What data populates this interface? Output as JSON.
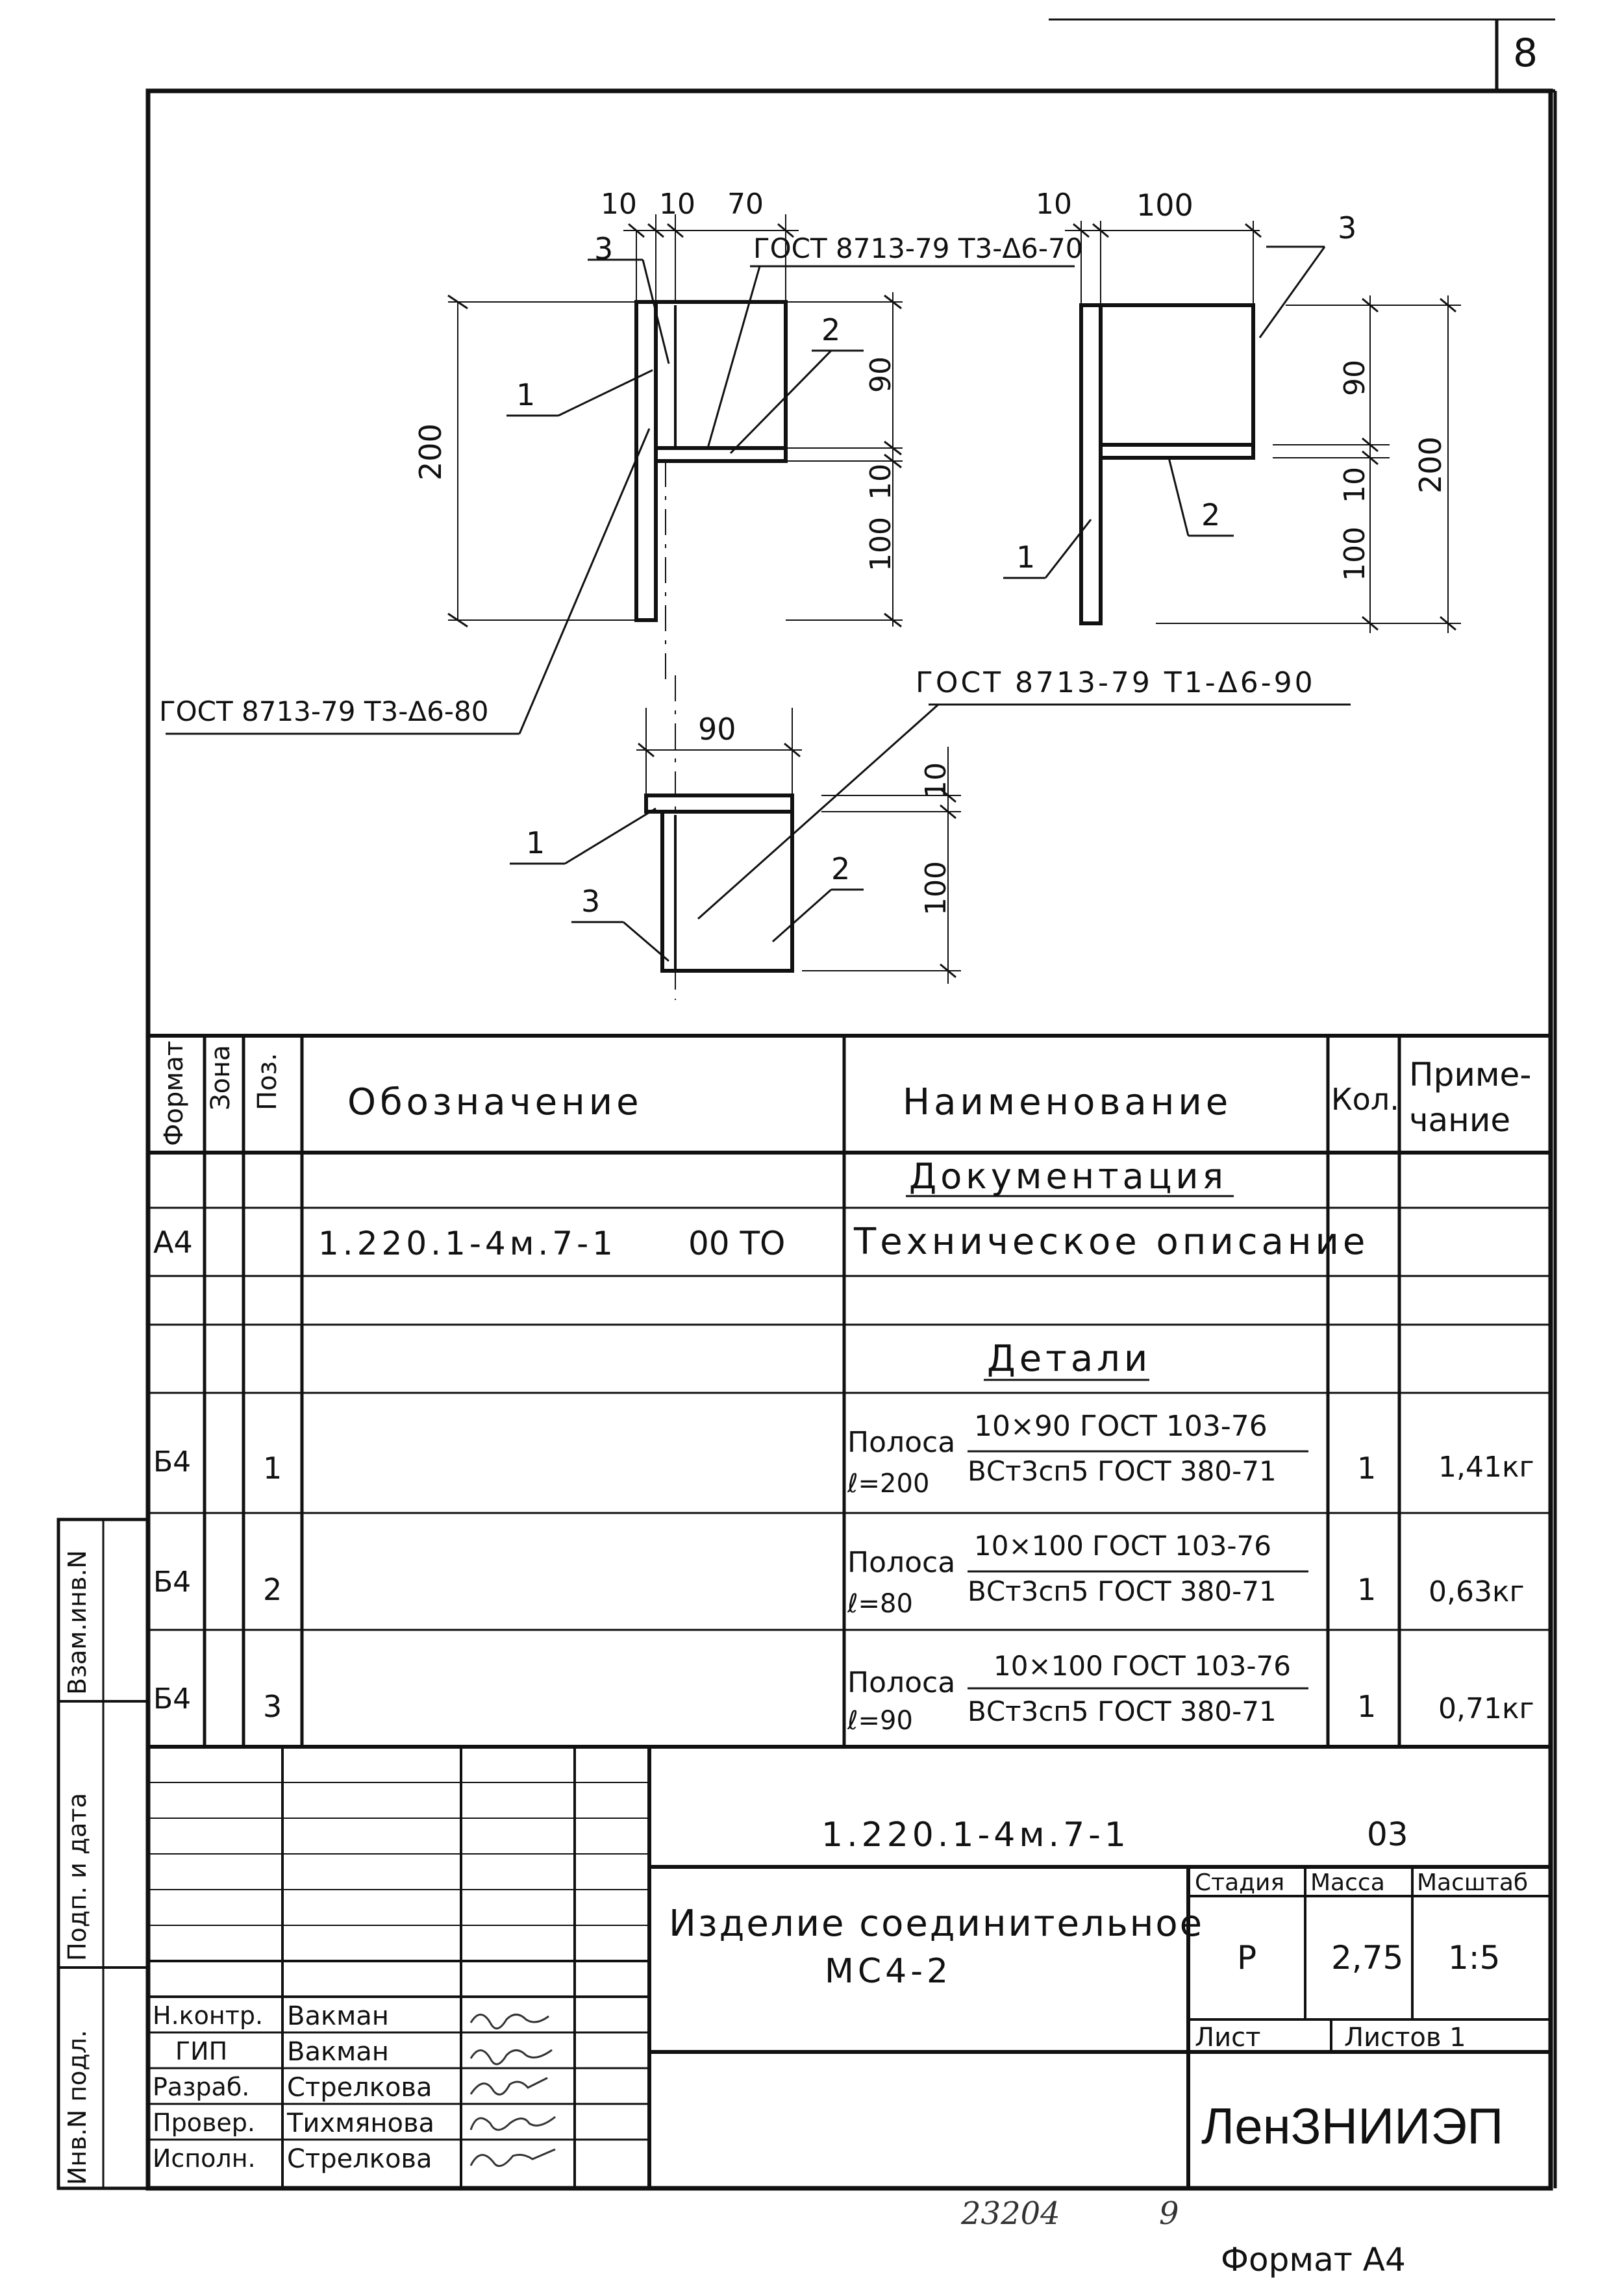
{
  "sheet_number": "8",
  "drawing": {
    "dims_top_left": [
      "10",
      "10",
      "70"
    ],
    "weld_top": "ГОСТ 8713-79 Т3-Δ6-70",
    "dims_top_right": [
      "10",
      "100"
    ],
    "dim_200_left": "200",
    "dim_90_a": "90",
    "dim_10_a": "10",
    "dim_100_a": "100",
    "dim_90_b": "90",
    "dim_10_b": "10",
    "dim_100_b": "100",
    "dim_200_right": "200",
    "weld_left": "ГОСТ 8713-79 Т3-Δ6-80",
    "weld_right": "ГОСТ 8713-79 Т1-Δ6-90",
    "dim_90_bottom": "90",
    "dim_10_bottom": "10",
    "dim_100_bottom": "100",
    "callouts": [
      "1",
      "2",
      "3"
    ]
  },
  "spec": {
    "headers": {
      "format": "Формат",
      "zone": "Зона",
      "pos": "Поз.",
      "designation": "Обозначение",
      "name": "Наименование",
      "qty": "Кол.",
      "note_1": "Приме-",
      "note_2": "чание"
    },
    "section_docs": "Документация",
    "doc_row": {
      "format": "А4",
      "designation": "1.220.1-4м.7-1",
      "code": "00 ТО",
      "name": "Техническое описание"
    },
    "section_parts": "Детали",
    "parts": [
      {
        "format": "Б4",
        "pos": "1",
        "name_a": "Полоса",
        "name_b": "ℓ=200",
        "frac_top": "10×90 ГОСТ 103-76",
        "frac_bottom": "ВСт3сп5 ГОСТ 380-71",
        "qty": "1",
        "note": "1,41кг"
      },
      {
        "format": "Б4",
        "pos": "2",
        "name_a": "Полоса",
        "name_b": "ℓ=80",
        "frac_top": "10×100 ГОСТ 103-76",
        "frac_bottom": "ВСт3сп5 ГОСТ 380-71",
        "qty": "1",
        "note": "0,63кг"
      },
      {
        "format": "Б4",
        "pos": "3",
        "name_a": "Полоса",
        "name_b": "ℓ=90",
        "frac_top": "10×100 ГОСТ 103-76",
        "frac_bottom": "ВСт3сп5 ГОСТ 380-71",
        "qty": "1",
        "note": "0,71кг"
      }
    ]
  },
  "side_stamp": [
    "Инв.N подл.",
    "Подп. и дата",
    "Взам.инв.N"
  ],
  "title_block": {
    "doc_code": "1.220.1-4м.7-1",
    "doc_suffix": "03",
    "title_1": "Изделие соединительное",
    "title_2": "МС4-2",
    "stage_label": "Стадия",
    "mass_label": "Масса",
    "scale_label": "Масштаб",
    "stage": "Р",
    "mass": "2,75",
    "scale": "1:5",
    "sheet_label": "Лист",
    "sheets_label": "Листов 1",
    "org": "ЛенЗНИИЭП",
    "people": [
      {
        "role": "Н.контр.",
        "name": "Вакман"
      },
      {
        "role": "ГИП",
        "name": "Вакман"
      },
      {
        "role": "Разраб.",
        "name": "Стрелкова"
      },
      {
        "role": "Провер.",
        "name": "Тихмянова"
      },
      {
        "role": "Исполн.",
        "name": "Стрелкова"
      }
    ]
  },
  "footer_number": "23204",
  "footer_number_2": "9",
  "format_label": "Формат А4"
}
